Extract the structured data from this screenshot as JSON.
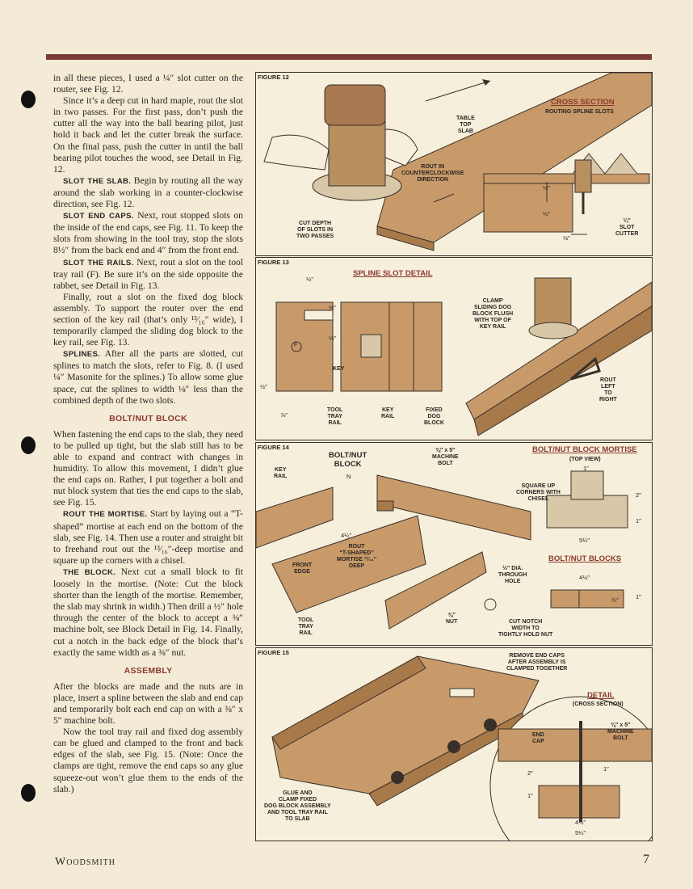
{
  "column": {
    "p1": "in all these pieces, I used a ¼″ slot cutter on the router, see Fig. 12.",
    "p2": "Since it’s a deep cut in hard maple, rout the slot in two passes. For the first pass, don’t push the cutter all the way into the ball bearing pilot, just hold it back and let the cutter break the surface. On the final pass, push the cutter in until the ball bearing pilot touches the wood, see Detail in Fig. 12.",
    "p3_head": "SLOT THE SLAB.",
    "p3": "Begin by routing all the way around the slab working in a counter-clockwise direction, see Fig. 12.",
    "p4_head": "SLOT END CAPS.",
    "p4": "Next, rout stopped slots on the inside of the end caps, see Fig. 11. To keep the slots from showing in the tool tray, stop the slots 8½″ from the back end and 4″ from the front end.",
    "p5_head": "SLOT THE RAILS.",
    "p5": "Next, rout a slot on the tool tray rail (F). Be sure it’s on the side opposite the rabbet, see Detail in Fig. 13.",
    "p6": "Finally, rout a slot on the fixed dog block assembly. To support the router over the end section of the key rail (that’s only ¹³⁄₁₆″ wide), I temporarily clamped the sliding dog block to the key rail, see Fig. 13.",
    "p7_head": "SPLINES.",
    "p7": "After all the parts are slotted, cut splines to match the slots, refer to Fig. 8. (I used ¼″ Masonite for the splines.) To allow some glue space, cut the splines to width ⅛″ less than the combined depth of the two slots.",
    "h1": "BOLT/NUT BLOCK",
    "p8": "When fastening the end caps to the slab, they need to be pulled up tight, but the slab still has to be able to expand and contract with changes in humidity. To allow this movement, I didn’t glue the end caps on. Rather, I put together a bolt and nut block system that ties the end caps to the slab, see Fig. 15.",
    "p9_head": "ROUT THE MORTISE.",
    "p9": "Start by laying out a “T-shaped” mortise at each end on the bottom of the slab, see Fig. 14. Then use a router and straight bit to freehand rout out the ¹³⁄₁₆″-deep mortise and square up the corners with a chisel.",
    "p10_head": "THE BLOCK.",
    "p10": "Next cut a small block to fit loosely in the mortise. (Note: Cut the block shorter than the length of the mortise. Remember, the slab may shrink in width.) Then drill a ½″ hole through the center of the block to accept a ⅜″ machine bolt, see Block Detail in Fig. 14. Finally, cut a notch in the back edge of the block that’s exactly the same width as a ⅜″ nut.",
    "h2": "ASSEMBLY",
    "p11": "After the blocks are made and the nuts are in place, insert a spline between the slab and end cap and temporarily bolt each end cap on with a ⅜″ x 5″ machine bolt.",
    "p12": "Now the tool tray rail and fixed dog assembly can be glued and clamped to the front and back edges of the slab, see Fig. 15. (Note: Once the clamps are tight, remove the end caps so any glue squeeze-out won’t glue them to the ends of the slab.)"
  },
  "footer": {
    "magazine": "Woodsmith",
    "page": "7"
  },
  "fig12": {
    "label": "FIGURE 12",
    "table_top": "TABLE\nTOP\nSLAB",
    "rout": "ROUT IN\nCOUNTERCLOCKWISE\nDIRECTION",
    "cut_depth": "CUT DEPTH\nOF SLOTS IN\nTWO PASSES",
    "cross_title": "CROSS SECTION",
    "cross_sub": "ROUTING SPLINE SLOTS",
    "dim_a": "½″",
    "dim_b": "¼″",
    "dim_c": "½″",
    "slot_cutter": "¼″\nSLOT\nCUTTER"
  },
  "fig13": {
    "label": "FIGURE 13",
    "title": "SPLINE SLOT DETAIL",
    "d1": "½″",
    "d2": "½″",
    "d3": "¼″",
    "d4": "½″",
    "d5": "⅞″",
    "part": "F",
    "key": "KEY",
    "tool_tray": "TOOL\nTRAY\nRAIL",
    "key_rail": "KEY\nRAIL",
    "fixed_dog": "FIXED\nDOG\nBLOCK",
    "clamp": "CLAMP\nSLIDING DOG\nBLOCK FLUSH\nWITH TOP OF\nKEY RAIL",
    "rout": "ROUT\nLEFT\nTO\nRIGHT"
  },
  "fig14": {
    "label": "FIGURE 14",
    "key_rail": "KEY\nRAIL",
    "bolt_block": "BOLT/NUT\nBLOCK",
    "part": "N",
    "machine_bolt": "⅜″ x 5″\nMACHINE\nBOLT",
    "dim_4q": "4¼″",
    "rout": "ROUT\n“T-SHAPED”\nMORTISE ¹³⁄₁₆″\nDEEP",
    "front_edge": "FRONT\nEDGE",
    "tool_tray": "TOOL\nTRAY\nRAIL",
    "nut": "⅜″\nNUT",
    "dia": "½″ DIA.\nTHROUGH\nHOLE",
    "notch": "CUT NOTCH\nWIDTH TO\nTIGHTLY HOLD NUT",
    "mortise_title": "BOLT/NUT BLOCK MORTISE",
    "top_view": "(TOP VIEW)",
    "d1": "1″",
    "square": "SQUARE UP\nCORNERS WITH\nCHISEL",
    "d2": "2″",
    "d3": "1″",
    "d4": "5¼″",
    "blocks_title": "BOLT/NUT BLOCKS",
    "d5": "4½″",
    "d6": "1″",
    "d7": "¾″"
  },
  "fig15": {
    "label": "FIGURE 15",
    "remove": "REMOVE END CAPS\nAFTER ASSEMBLY IS\nCLAMPED TOGETHER",
    "glue": "GLUE AND\nCLAMP FIXED\nDOG BLOCK ASSEMBLY\nAND TOOL TRAY RAIL\nTO SLAB",
    "detail": "DETAIL",
    "cross": "(CROSS SECTION)",
    "end_cap": "END\nCAP",
    "bolt": "⅜″ x 5″\nMACHINE\nBOLT",
    "d1": "1″",
    "d2": "2″",
    "d3": "1″",
    "d4": "4½″",
    "d5": "5¼″"
  }
}
